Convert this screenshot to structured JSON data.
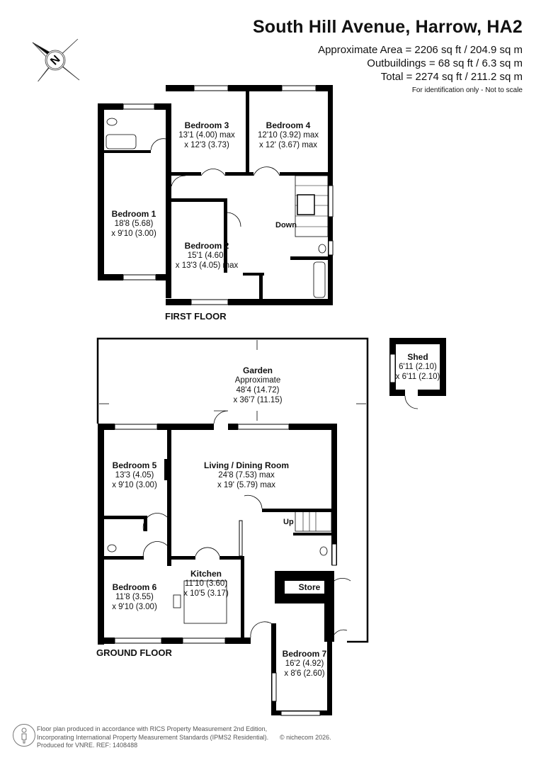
{
  "header": {
    "title": "South Hill Avenue, Harrow, HA2",
    "approximate_area": "Approximate Area = 2206 sq ft / 204.9 sq m",
    "outbuildings": "Outbuildings = 68 sq ft / 6.3 sq m",
    "total": "Total = 2274 sq ft / 211.2 sq m",
    "disclaimer": "For identification only - Not to scale"
  },
  "compass": {
    "icon": "compass-north-icon",
    "letter": "N"
  },
  "first_floor": {
    "label": "FIRST FLOOR",
    "stairs_label": "Down",
    "rooms": [
      {
        "name": "Bedroom 1",
        "dim1": "18'8 (5.68)",
        "dim2": "x 9'10 (3.00)"
      },
      {
        "name": "Bedroom 2",
        "dim1": "15'1 (4.60)",
        "dim2": "x 13'3 (4.05) max"
      },
      {
        "name": "Bedroom 3",
        "dim1": "13'1 (4.00) max",
        "dim2": "x 12'3 (3.73)"
      },
      {
        "name": "Bedroom 4",
        "dim1": "12'10 (3.92) max",
        "dim2": "x 12' (3.67) max"
      }
    ]
  },
  "garden": {
    "name": "Garden",
    "sub": "Approximate",
    "dim1": "48'4 (14.72)",
    "dim2": "x 36'7 (11.15)"
  },
  "shed": {
    "name": "Shed",
    "dim1": "6'11 (2.10)",
    "dim2": "x 6'11 (2.10)"
  },
  "ground_floor": {
    "label": "GROUND FLOOR",
    "stairs_label": "Up",
    "rooms": [
      {
        "name": "Bedroom 5",
        "dim1": "13'3 (4.05)",
        "dim2": "x 9'10 (3.00)"
      },
      {
        "name": "Living / Dining Room",
        "dim1": "24'8 (7.53) max",
        "dim2": "x 19' (5.79) max"
      },
      {
        "name": "Kitchen",
        "dim1": "11'10 (3.60)",
        "dim2": "x 10'5 (3.17)"
      },
      {
        "name": "Bedroom 6",
        "dim1": "11'8 (3.55)",
        "dim2": "x 9'10 (3.00)"
      },
      {
        "name": "Store"
      },
      {
        "name": "Bedroom 7",
        "dim1": "16'2 (4.92)",
        "dim2": "x 8'6 (2.60)"
      }
    ]
  },
  "footer": {
    "line1": "Floor plan produced in accordance with RICS Property Measurement 2nd Edition,",
    "line2": "Incorporating International Property Measurement Standards (IPMS2 Residential).",
    "line3": "Produced for VNRE.   REF: 1408488",
    "copyright": "© nichecom 2026."
  }
}
